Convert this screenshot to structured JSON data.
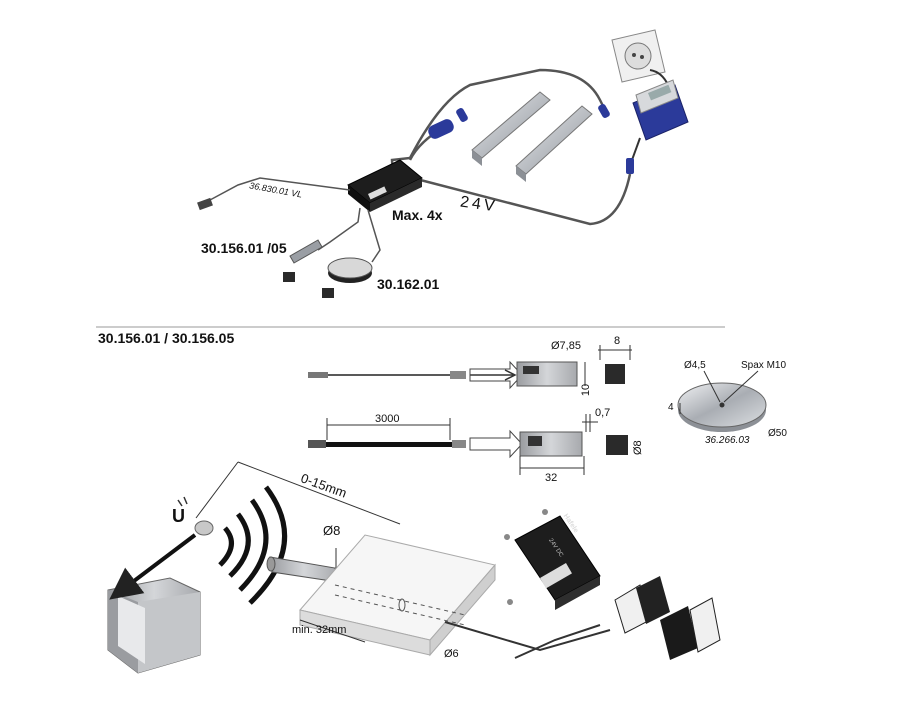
{
  "labels": {
    "cable_code": "36.830.01 VL",
    "max_count": "Max. 4x",
    "voltage": "24V",
    "sensor_part": "30.156.01 /05",
    "disc_part": "30.162.01",
    "section_title": "30.156.01 / 30.156.05",
    "dia_785": "Ø7,85",
    "dim_8": "8",
    "dim_10": "10",
    "dim_3000": "3000",
    "dim_07": "0,7",
    "dia_8_right": "Ø8",
    "dim_32": "32",
    "dia_45": "Ø4,5",
    "spax": "Spax M10",
    "dim_4": "4",
    "disc_code": "36.266.03",
    "dia_50": "Ø50",
    "range": "0-15mm",
    "dia_8_install": "Ø8",
    "min_32": "min. 32mm",
    "dia_6": "Ø6",
    "magnet_letter": "U",
    "brand": "Hafele",
    "box_text": "24V DC"
  },
  "colors": {
    "line": "#333333",
    "device_blue": "#2b3a9a",
    "device_dark": "#1d1d1d",
    "profile_grey": "#b8bcc2",
    "box_white": "#f4f4f4"
  }
}
